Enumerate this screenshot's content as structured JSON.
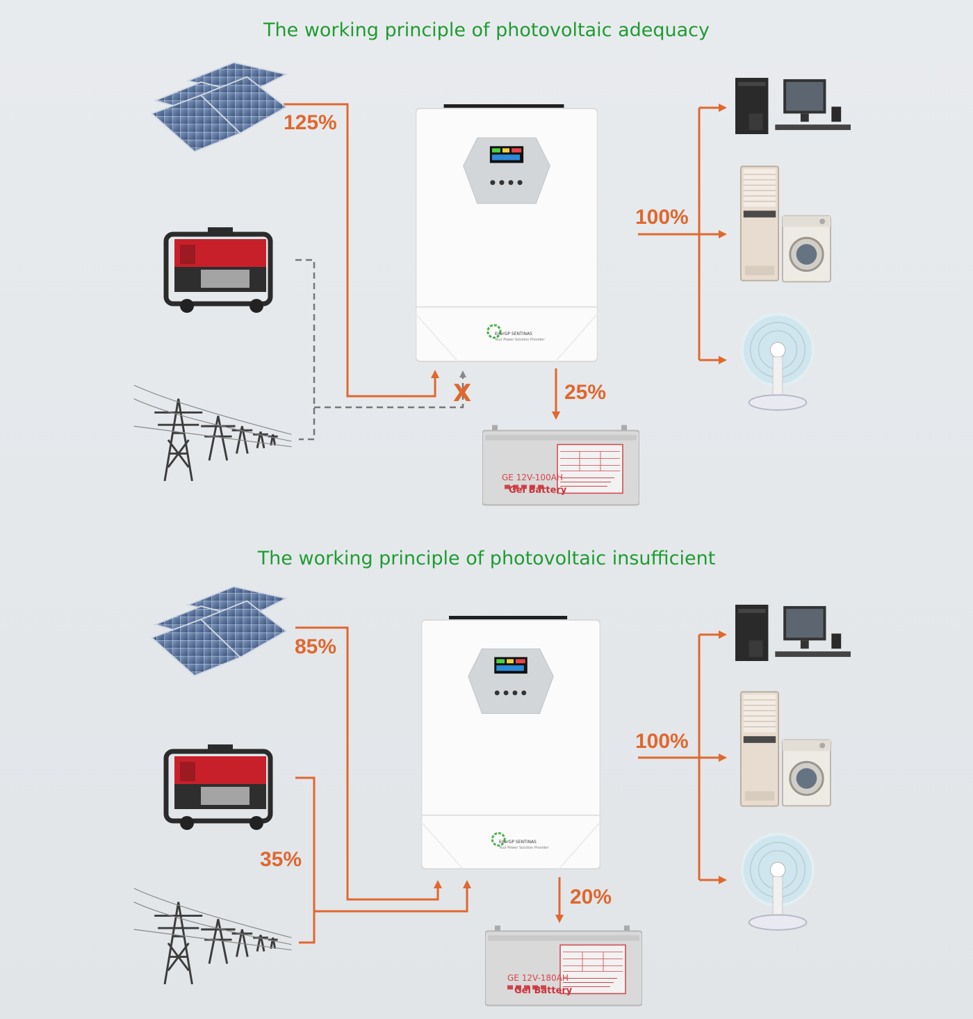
{
  "colors": {
    "title": "#1f9b32",
    "flow": "#e0672e",
    "grid_dashed": "#777777",
    "battery_red": "#d9434a"
  },
  "top": {
    "title": "The working principle of photovoltaic adequacy",
    "pv_percent": "125%",
    "load_percent": "100%",
    "battery_percent": "25%",
    "blocked_mark": "X",
    "battery": {
      "model": "GE 12V-100AH",
      "type": "Gel Battery"
    },
    "inverter": {
      "brand": "EnerGP SENTINAS",
      "slogan": "Your Power Solution Provider"
    }
  },
  "bottom": {
    "title": "The working principle of photovoltaic insufficient",
    "pv_percent": "85%",
    "grid_percent": "35%",
    "load_percent": "100%",
    "battery_percent": "20%",
    "battery": {
      "model": "GE 12V-180AH",
      "type": "Gel Battery"
    },
    "inverter": {
      "brand": "EnerGP SENTINAS",
      "slogan": "Your Power Solution Provider"
    }
  },
  "icons": [
    "solar-panel-icon",
    "generator-icon",
    "power-tower-icon",
    "inverter-icon",
    "battery-icon",
    "computer-icon",
    "air-conditioner-icon",
    "washing-machine-icon",
    "fan-icon"
  ]
}
